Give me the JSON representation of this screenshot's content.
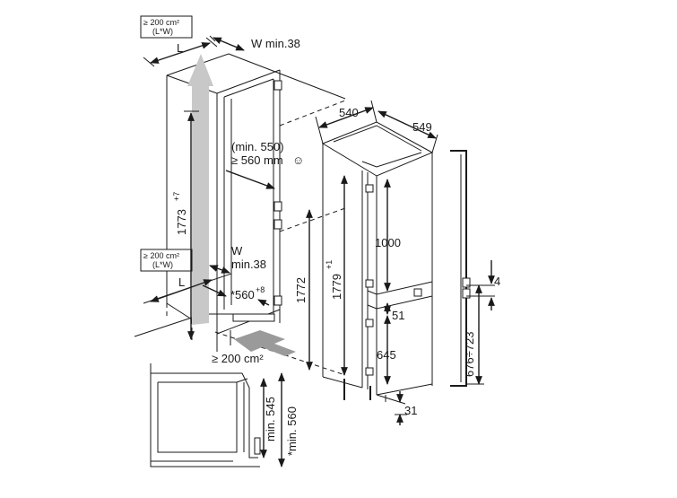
{
  "labels": {
    "vent_top_line1": "≥ 200 cm²",
    "vent_top_line2": "(L*W)",
    "vent_mid_line1": "≥ 200 cm²",
    "vent_mid_line2": "(L*W)",
    "L_top": "L",
    "L_bottom": "L",
    "w_top": "W min.38",
    "w_mid": "W",
    "w_mid_min": "min.38",
    "min550": "(min. 550)",
    "ge560": "≥ 560 mm",
    "smile": "☺",
    "niche_h": "1773",
    "niche_h_tol": "+7",
    "niche_depth": "*560",
    "niche_depth_tol": "+8",
    "bottom_vent": "≥ 200 cm²",
    "h1772": "1772",
    "h1779": "1779",
    "h1779_tol": "+1",
    "w540": "540",
    "d549": "549",
    "h1000": "1000",
    "g51": "51",
    "h645": "645",
    "g31": "31",
    "g4": "4",
    "door_range": "676÷723",
    "min545": "min. 545",
    "min560": "*min. 560"
  },
  "colors": {
    "line": "#1a1a1a",
    "airflow": "#c8c8c8",
    "airflow_dark": "#9a9a9a",
    "background": "#ffffff"
  }
}
